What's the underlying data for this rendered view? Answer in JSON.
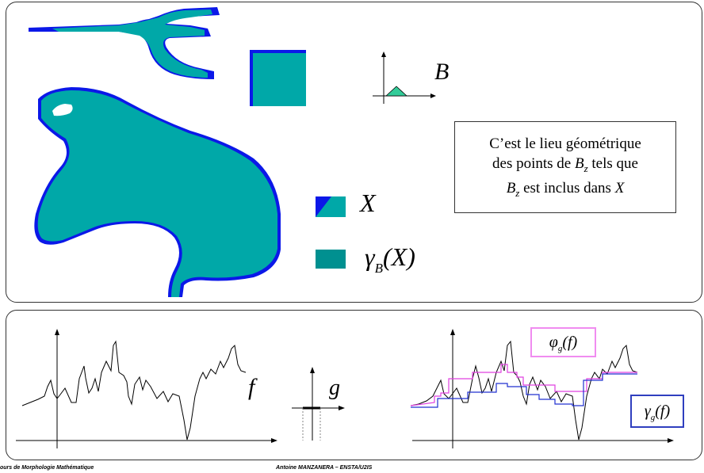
{
  "colors": {
    "teal": "#00a8a8",
    "blue": "#0b18e8",
    "legend_teal": "#009090",
    "green_triangle": "#33cc99",
    "magenta": "#e040e0",
    "line_blue": "#2030d0",
    "phi_border": "#f08cf0",
    "gamma_border": "#2f3fbf"
  },
  "top_panel": {
    "structuring_element_label": "B",
    "note": {
      "line1": "C’est le lieu géométrique",
      "line2_pre": "des points de ",
      "line2_B": "B",
      "line2_z": "z",
      "line2_post": " tels que",
      "line3_B": "B",
      "line3_z": "z",
      "line3_mid": " est inclus dans ",
      "line3_X": "X"
    },
    "legend": {
      "x_label": "X",
      "gamma_symbol": "γ",
      "gamma_sub": "B",
      "gamma_arg": "(X)"
    }
  },
  "bottom_panel": {
    "f_label": "f",
    "g_label": "g",
    "phi_symbol": "φ",
    "phi_sub": "g",
    "phi_arg": "(f)",
    "gamma_symbol": "γ",
    "gamma_sub": "g",
    "gamma_arg": "(f)"
  },
  "footer": {
    "left": "ours de Morphologie Mathématique",
    "right": "Antoine MANZANERA – ENSTA/U2IS"
  }
}
